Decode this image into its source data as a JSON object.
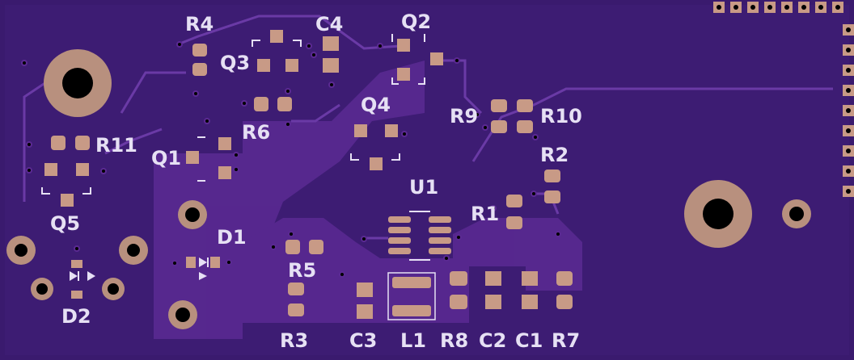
{
  "board": {
    "colors": {
      "substrate": "#3a1a6e",
      "substrate_dark": "#2e135c",
      "copper_pour": "#5b2a93",
      "trace": "#6a3aa6",
      "pad": "#c89a86",
      "pad_ring": "#b8907e",
      "drill": "#000000",
      "silk": "#e6e0f4"
    },
    "labels": {
      "r4": "R4",
      "c4": "C4",
      "q2": "Q2",
      "q3": "Q3",
      "q4": "Q4",
      "r6": "R6",
      "r9": "R9",
      "r10": "R10",
      "r11": "R11",
      "q1": "Q1",
      "r2": "R2",
      "u1": "U1",
      "r1": "R1",
      "q5": "Q5",
      "d1": "D1",
      "r5": "R5",
      "d2": "D2",
      "r3": "R3",
      "c3": "C3",
      "l1": "L1",
      "r8": "R8",
      "c2": "C2",
      "c1": "C1",
      "r7": "R7"
    },
    "icons": {
      "mounting_hole": "mounting-hole-icon",
      "via": "via-icon",
      "diode_symbol": "diode-symbol-icon"
    }
  }
}
